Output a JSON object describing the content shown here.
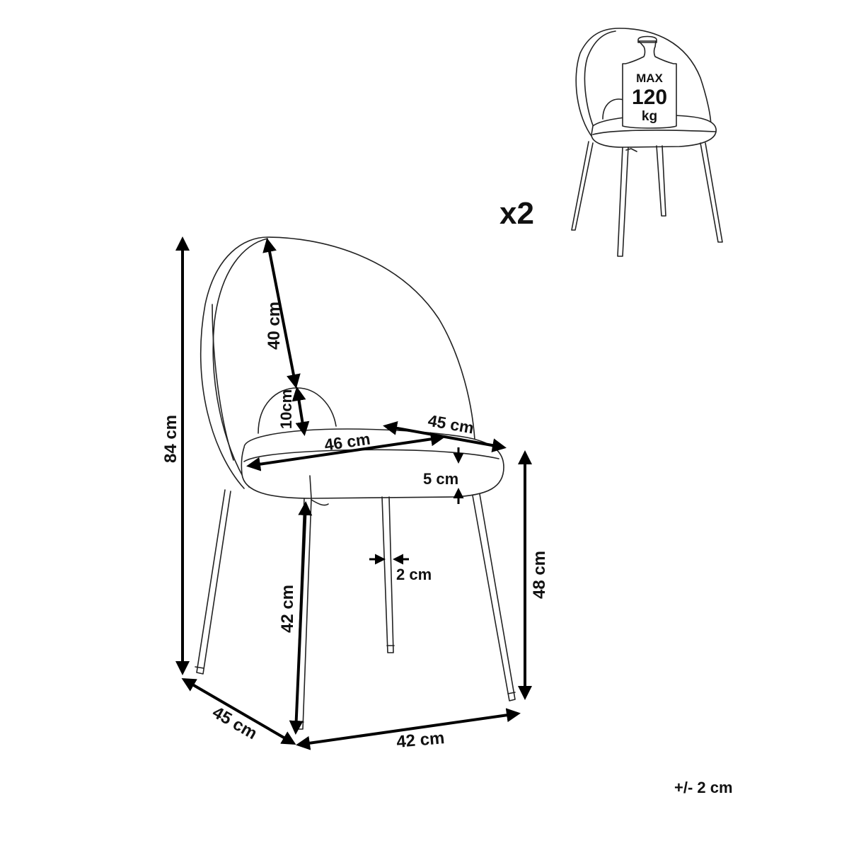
{
  "dimensions": {
    "total_height": "84 cm",
    "backrest_height": "40 cm",
    "backrest_gap": "10cm",
    "seat_width": "46 cm",
    "seat_depth": "45 cm",
    "seat_thickness": "5 cm",
    "leg_diameter": "2 cm",
    "seat_height": "48 cm",
    "leg_height": "42 cm",
    "base_depth": "45 cm",
    "base_width": "42 cm"
  },
  "capacity": {
    "max_label": "MAX",
    "weight_value": "120",
    "weight_unit": "kg"
  },
  "quantity": "x2",
  "tolerance": "+/- 2 cm"
}
